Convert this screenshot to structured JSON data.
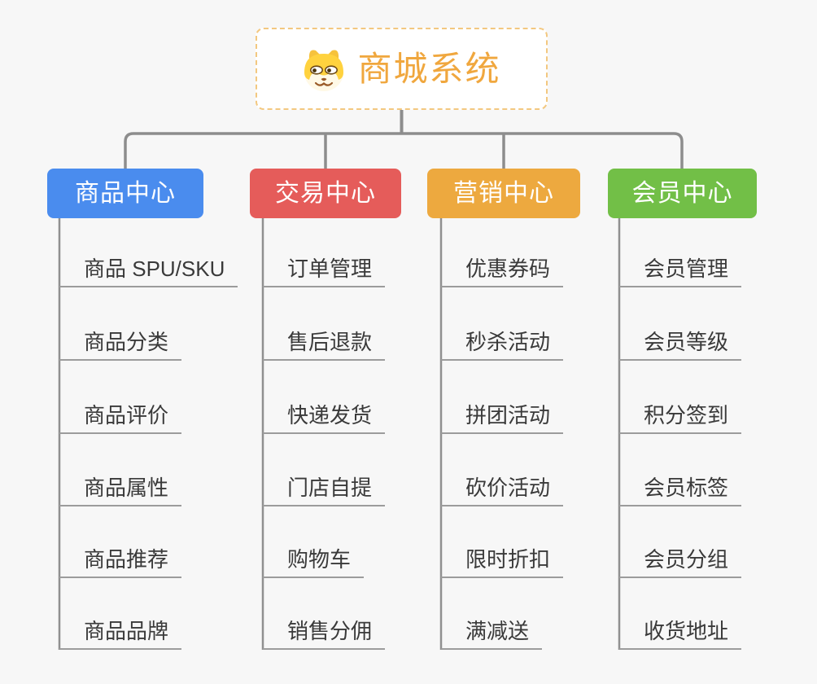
{
  "root": {
    "title": "商城系统",
    "icon": "dog-face-icon",
    "accent_color": "#F0A73E",
    "border_color": "#F3C880"
  },
  "connector_color": "#8D8D8D",
  "underline_color": "#9C9C9C",
  "branches": [
    {
      "label": "商品中心",
      "color": "#4A8CEE",
      "items": [
        "商品 SPU/SKU",
        "商品分类",
        "商品评价",
        "商品属性",
        "商品推荐",
        "商品品牌"
      ]
    },
    {
      "label": "交易中心",
      "color": "#E55C5A",
      "items": [
        "订单管理",
        "售后退款",
        "快递发货",
        "门店自提",
        "购物车",
        "销售分佣"
      ]
    },
    {
      "label": "营销中心",
      "color": "#EDA93F",
      "items": [
        "优惠券码",
        "秒杀活动",
        "拼团活动",
        "砍价活动",
        "限时折扣",
        "满减送"
      ]
    },
    {
      "label": "会员中心",
      "color": "#72BF47",
      "items": [
        "会员管理",
        "会员等级",
        "积分签到",
        "会员标签",
        "会员分组",
        "收货地址"
      ]
    }
  ]
}
